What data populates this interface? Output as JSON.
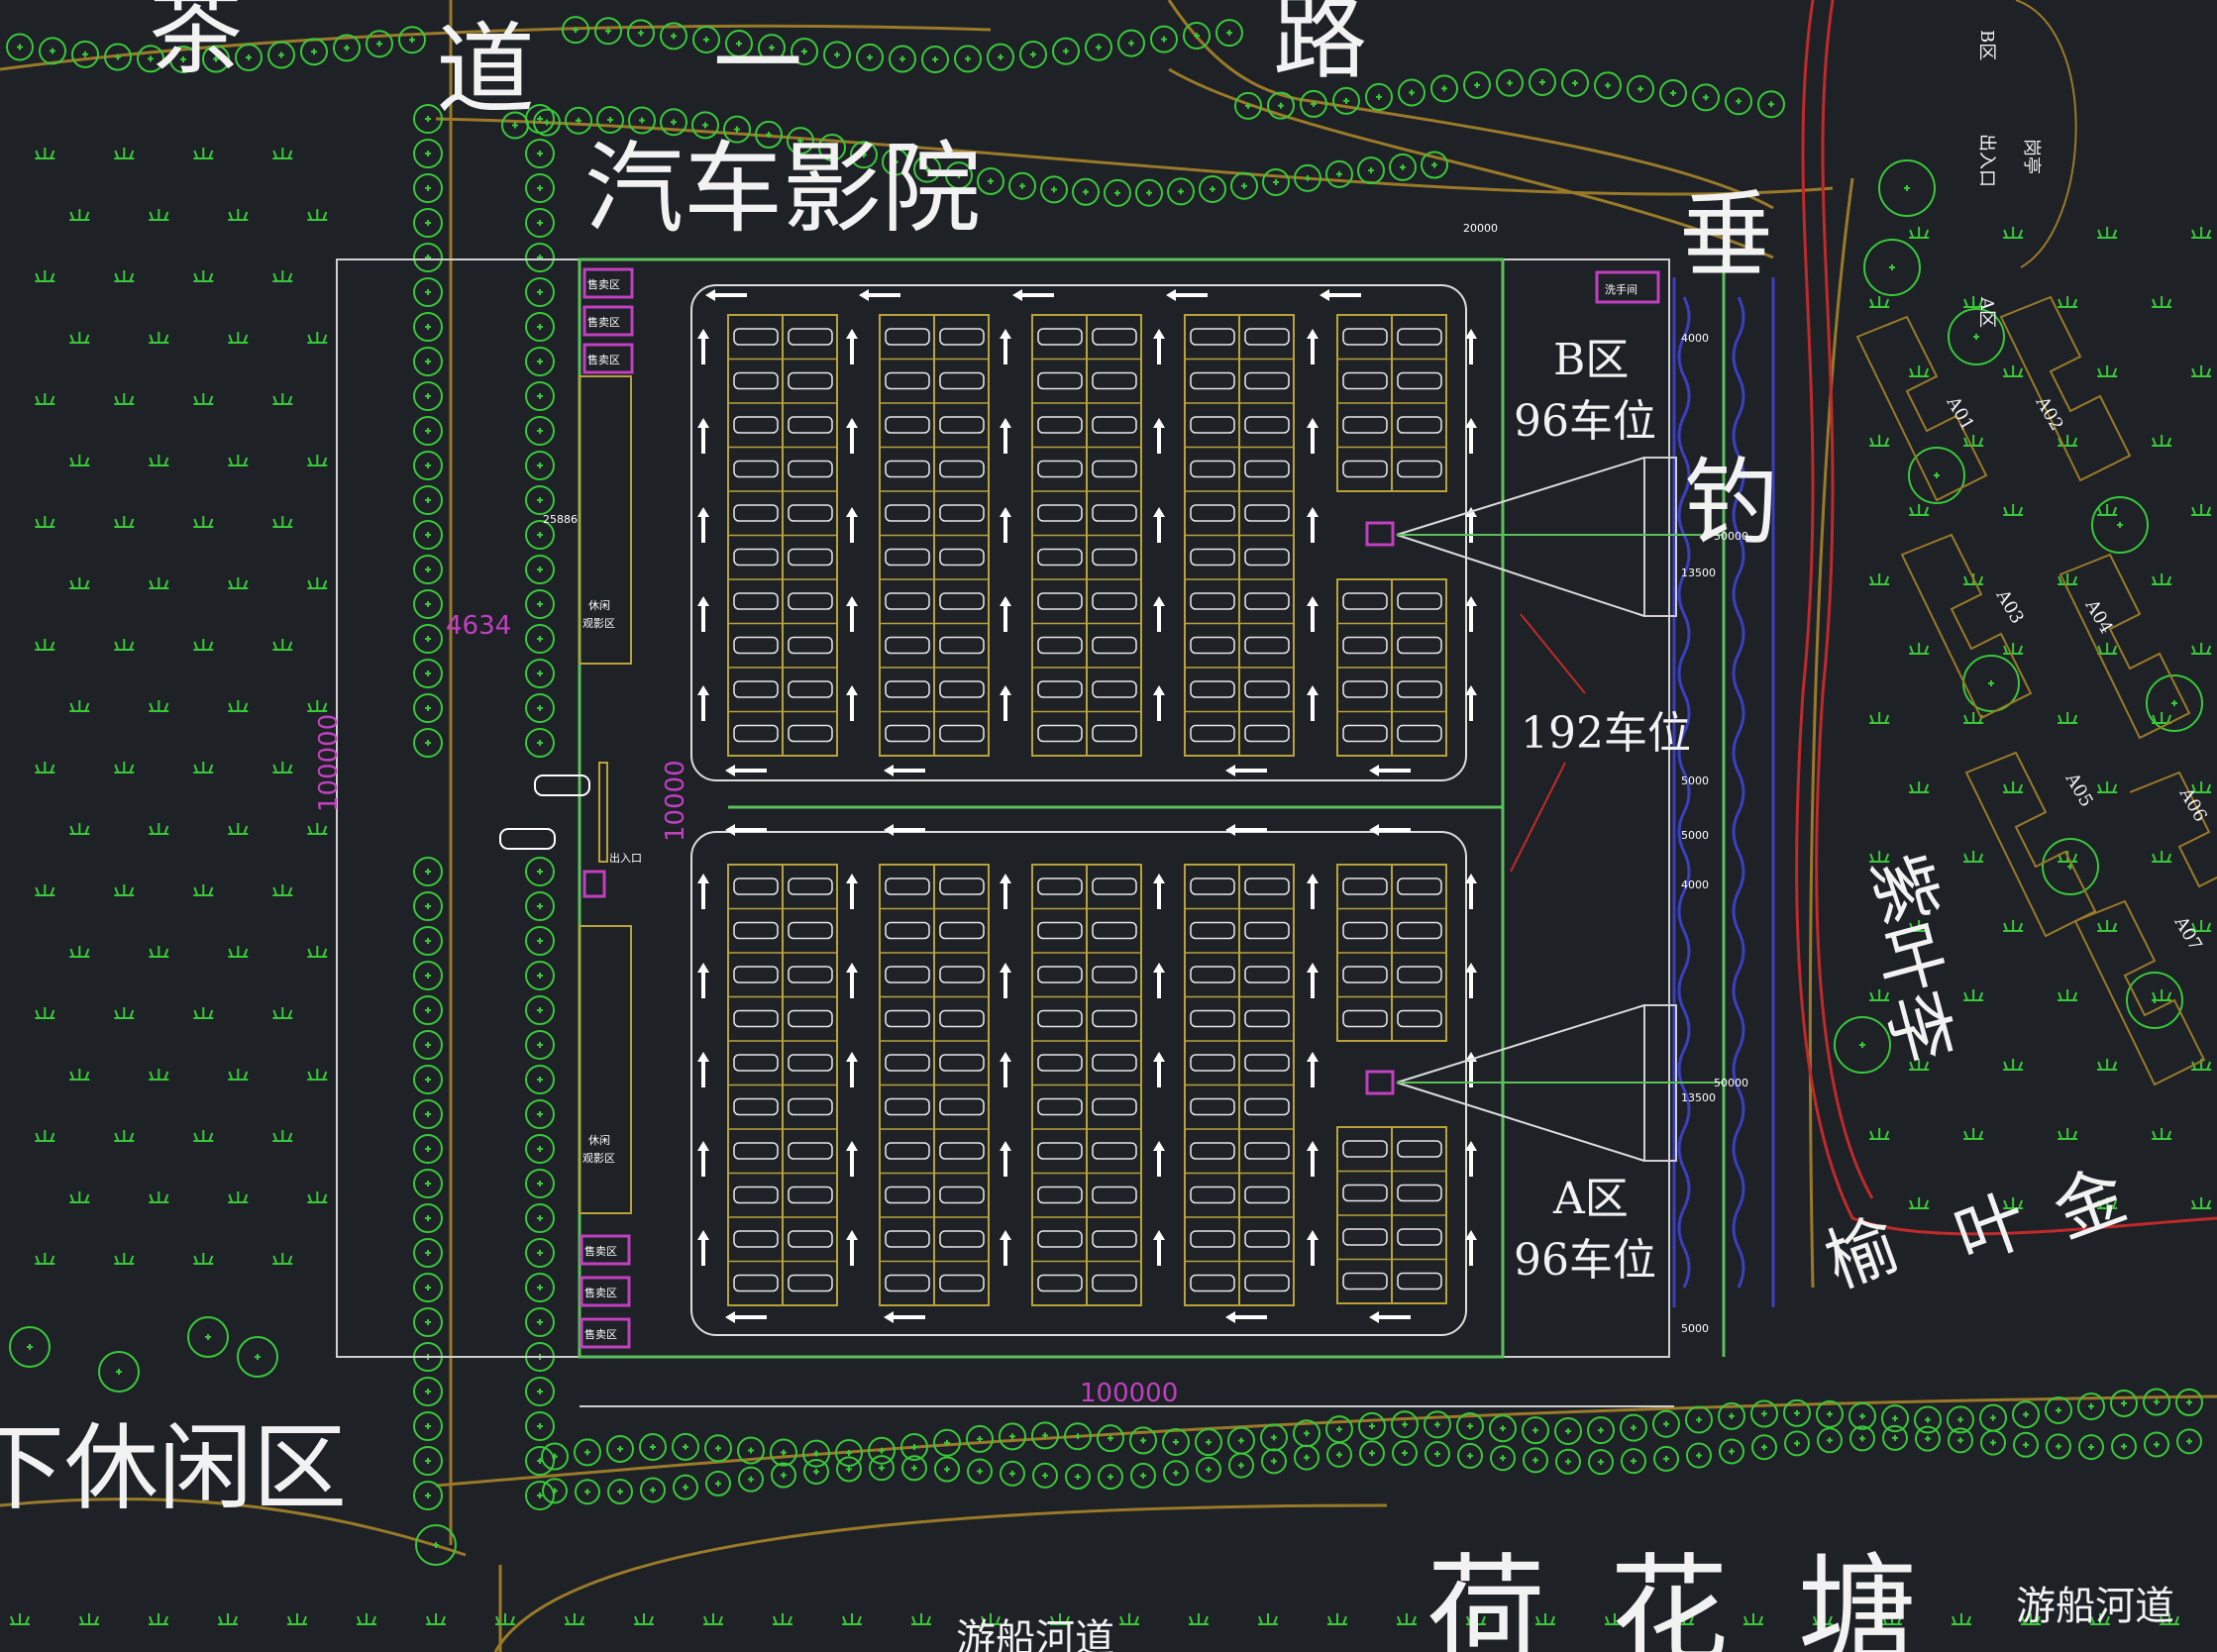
{
  "colors": {
    "background": "#1e2126",
    "tree": "#39c83a",
    "road_edge": "#9a7a28",
    "parking_block": "#b8a23a",
    "site_boundary": "#5cc05c",
    "dimension": "#c040c0",
    "water": "#3a40c0",
    "red_path": "#c02a2a",
    "text": "#f2f2f2"
  },
  "labels": {
    "road_top_left": "茶",
    "road_top_mid1": "道",
    "road_top_mid2": "一",
    "road_top_right": "路",
    "cinema_title": "汽车影院",
    "fishing_1": "垂",
    "fishing_2": "钓",
    "zone_b": "B区",
    "zone_b_spaces": "96车位",
    "total_spaces": "192车位",
    "zone_a": "A区",
    "zone_a_spaces": "96车位",
    "plum_1": "紫",
    "plum_2": "叶",
    "plum_3": "李",
    "elm_1": "金",
    "elm_2": "叶",
    "elm_3": "榆",
    "leisure": "下休闲区",
    "lotus_1": "荷",
    "lotus_2": "花",
    "lotus_3": "塘",
    "canal_right": "游船河道",
    "canal_bottom": "游船河道",
    "toilet": "洗手间",
    "entrance": "出入口",
    "vendor": "售卖区",
    "viewing_1": "休闲",
    "viewing_2": "观影区",
    "kiosk": "岗亭",
    "gate": "出入口",
    "zone_b_right": "B区",
    "zone_a_right": "A区",
    "plots": [
      "A01",
      "A02",
      "A03",
      "A04",
      "A05",
      "A06",
      "A07"
    ]
  },
  "dimensions": {
    "site_height": "100000",
    "site_width": "100000",
    "walk_width": "4634",
    "entry_gap": "10000",
    "planting": "25886",
    "top_width": "20000",
    "r1": "4000",
    "r2": "50000",
    "r3": "13500",
    "r4": "5000",
    "r5": "5000",
    "r6": "4000",
    "r7": "50000",
    "r8": "13500",
    "r9": "5000"
  }
}
